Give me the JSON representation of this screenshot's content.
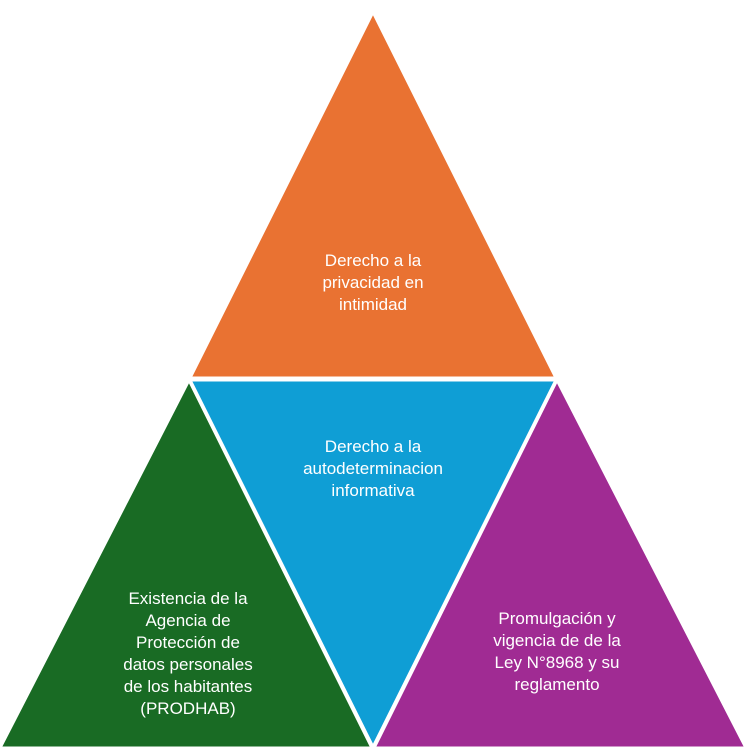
{
  "diagram": {
    "segments": {
      "top": {
        "text": "Derecho a la\nprivacidad en\nintimidad",
        "color": "#E97232"
      },
      "center": {
        "text": "Derecho a la\nautodeterminacion\ninformativa",
        "color": "#0F9ED5"
      },
      "left": {
        "text": "Existencia de la\nAgencia de\nProtección de\ndatos personales\nde los habitantes\n(PRODHAB)",
        "color": "#196B24"
      },
      "right": {
        "text": "Promulgación y\nvigencia de  de la\nLey N°8968  y su\nreglamento",
        "color": "#A02B93"
      }
    }
  }
}
